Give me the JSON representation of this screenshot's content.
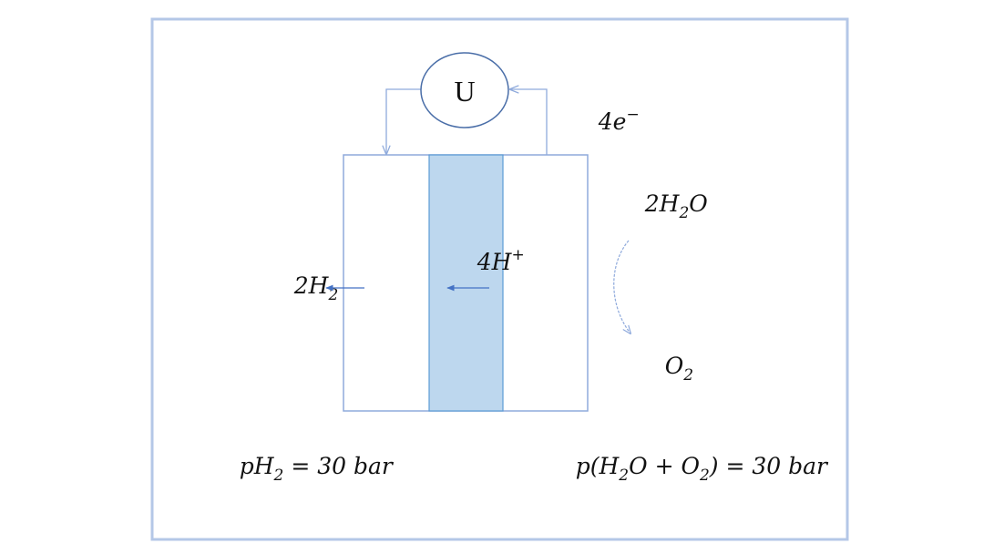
{
  "colors": {
    "frame": "#b4c7e7",
    "line": "#8faadc",
    "membrane_fill": "#bdd7ee",
    "membrane_stroke": "#5b9bd5",
    "arrow": "#4472c4"
  },
  "source": {
    "label": "U"
  },
  "labels": {
    "electrons": {
      "main": "4e",
      "sup": "−"
    },
    "water": {
      "pre": "2H",
      "sub": "2",
      "post": "O"
    },
    "protons": {
      "main": "4H",
      "sup": "+"
    },
    "hydrogen": {
      "main": "2H",
      "sub": "2"
    },
    "oxygen": {
      "main": "O",
      "sub": "2"
    },
    "pressure_cathode": {
      "pre": "pH",
      "sub": "2",
      "post": " = 30 bar"
    },
    "pressure_anode": {
      "pre": "p(H",
      "sub1": "2",
      "mid": "O + O",
      "sub2": "2",
      "post": ") = 30 bar"
    }
  }
}
